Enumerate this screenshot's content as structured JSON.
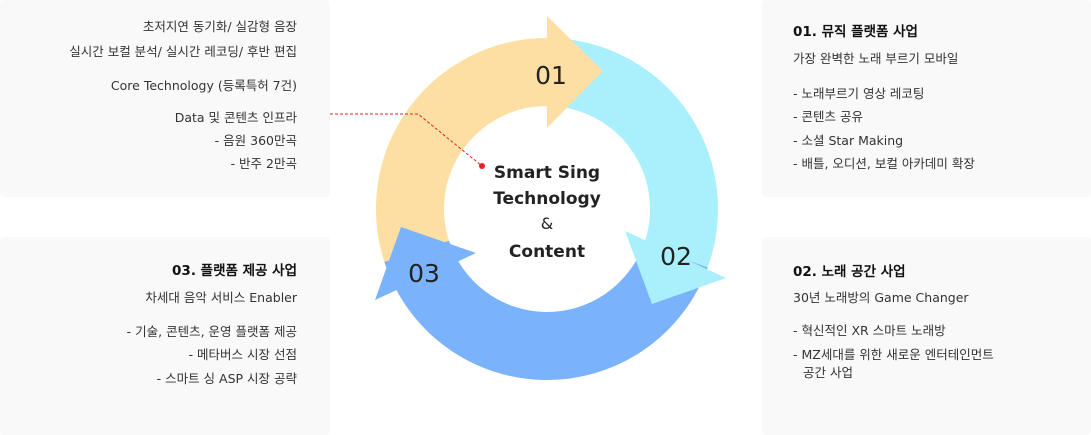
{
  "core_panel": {
    "lines": [
      "초저지연 동기화/ 실감형 음장",
      "실시간 보컬 분석/ 실시간 레코딩/ 후반 편집",
      "Core Technology (등록특허 7건)",
      "Data 및 콘텐츠 인프라",
      "- 음원 360만곡",
      "- 반주 2만곡"
    ]
  },
  "cycle": {
    "center_lines": [
      "Smart Sing",
      "Technology",
      "&",
      "Content"
    ],
    "steps": [
      "01",
      "02",
      "03"
    ],
    "colors": {
      "step1": "#fddea3",
      "step2": "#aaf0fc",
      "step3": "#7ab2fc",
      "connector": "#e8202a"
    }
  },
  "business1": {
    "title": "01. 뮤직 플랫폼 사업",
    "subtitle": "가장 완벽한 노래 부르기 모바일",
    "items": [
      "- 노래부르기 영상 레코팅",
      "- 콘텐츠 공유",
      "- 소셜 Star Making",
      "- 배틀, 오디션, 보컬 아카데미 확장"
    ]
  },
  "business2": {
    "title": "02. 노래 공간 사업",
    "subtitle": "30년 노래방의 Game Changer",
    "items": [
      "- 혁신적인 XR 스마트 노래방",
      "- MZ세대를 위한 새로운 엔터테인먼트",
      "공간 사업"
    ]
  },
  "business3": {
    "title": "03. 플랫폼 제공 사업",
    "subtitle": "차세대 음악 서비스 Enabler",
    "items": [
      "- 기술, 콘텐츠, 운영 플랫폼 제공",
      "- 메타버스 시장 선점",
      "- 스마트 싱 ASP 시장 공략"
    ]
  }
}
